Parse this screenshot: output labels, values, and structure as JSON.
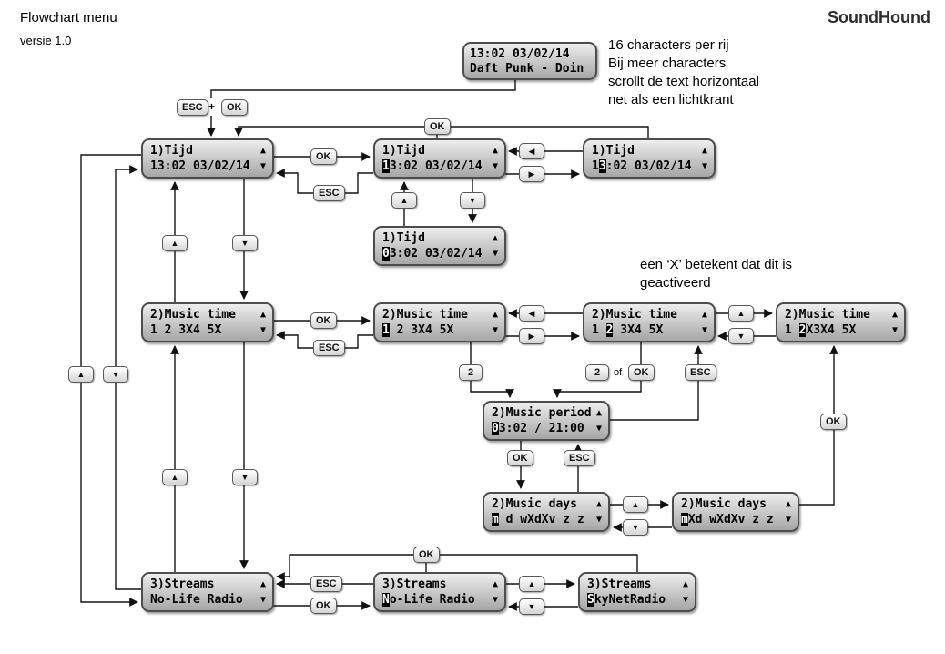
{
  "header": {
    "title": "Flowchart menu",
    "version": "versie 1.0",
    "brand": "SoundHound"
  },
  "notes": {
    "scroll": "16 characters per rij\nBij meer characters\nscrollt de text horizontaal\nnet als een lichtkrant",
    "activated": "een ‘X’ betekent dat dit is\ngeactiveerd"
  },
  "buttons": {
    "ok": "OK",
    "esc": "ESC",
    "two": "2",
    "plus": "+",
    "of": "of"
  },
  "glyphs": {
    "up": "▲",
    "down": "▼",
    "left": "◀",
    "right": "▶"
  },
  "boxes": {
    "display": {
      "line1": "13:02 03/02/14",
      "line2": "Daft Punk - Doin"
    },
    "tijd_main": {
      "line1": "1)Tijd",
      "pre": "13:02 03/02/14"
    },
    "tijd_edit_digit1": {
      "line1": "1)Tijd",
      "pre": "",
      "inv": "1",
      "post": "3:02 03/02/14"
    },
    "tijd_edit_digit2": {
      "line1": "1)Tijd",
      "pre": "1",
      "inv": "3",
      "post": ":02 03/02/14"
    },
    "tijd_edit_changed": {
      "line1": "1)Tijd",
      "pre": "",
      "inv": "0",
      "post": "3:02 03/02/14"
    },
    "music_main": {
      "line1": "2)Music time",
      "pre": "1 2 3X4 5X"
    },
    "music_edit_pos1": {
      "line1": "2)Music time",
      "pre": "",
      "inv": "1",
      "post": " 2 3X4 5X"
    },
    "music_edit_pos2": {
      "line1": "2)Music time",
      "pre": "1 ",
      "inv": "2",
      "post": " 3X4 5X"
    },
    "music_activated": {
      "line1": "2)Music time",
      "pre": "1 ",
      "inv": "2",
      "post": "X3X4 5X"
    },
    "music_period": {
      "line1": "2)Music period",
      "pre": "",
      "inv": "0",
      "post": "3:02 / 21:00"
    },
    "music_days": {
      "line1": "2)Music days",
      "pre": "",
      "inv": "m",
      "post": " d wXdXv z z"
    },
    "music_days_activated": {
      "line1": "2)Music days",
      "pre": "",
      "inv": "m",
      "post": "Xd wXdXv z z"
    },
    "streams_main": {
      "line1": "3)Streams",
      "pre": "No-Life Radio"
    },
    "streams_edit": {
      "line1": "3)Streams",
      "pre": "",
      "inv": "N",
      "post": "o-Life Radio"
    },
    "streams_alt": {
      "line1": "3)Streams",
      "pre": "",
      "inv": "S",
      "post": "kyNetRadio"
    }
  }
}
